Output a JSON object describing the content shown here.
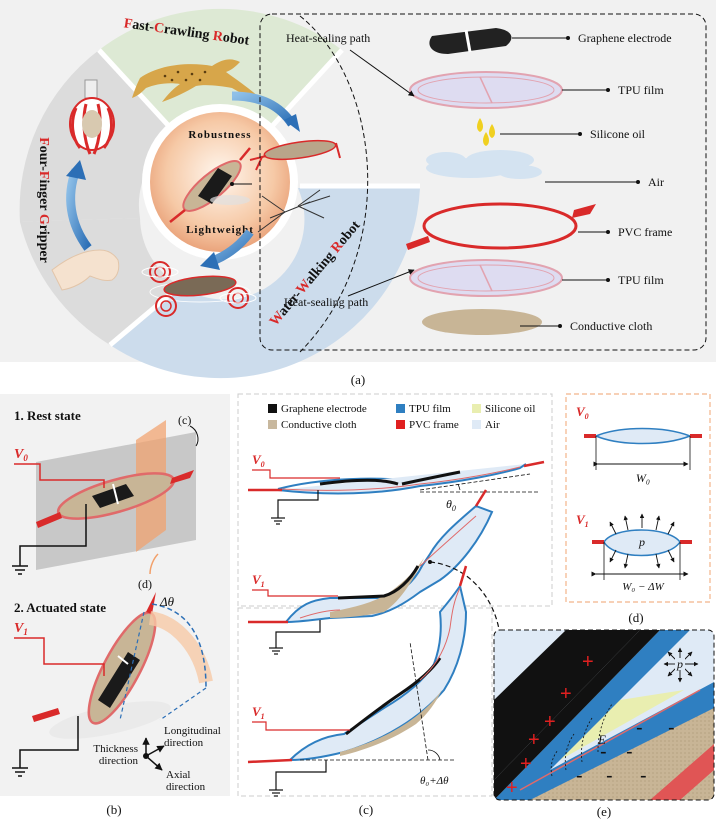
{
  "panel_a": {
    "label": "(a)",
    "ring": {
      "top_segment": {
        "prefix1": "F",
        "rest1": "ast-",
        "prefix2": "C",
        "rest2": "rawling ",
        "prefix3": "R",
        "rest3": "obot"
      },
      "left_segment": {
        "prefix1": "F",
        "rest1": "our-",
        "prefix2": "F",
        "rest2": "inger ",
        "prefix3": "G",
        "rest3": "ripper"
      },
      "bottom_segment": {
        "prefix1": "W",
        "rest1": "ater-",
        "prefix2": "W",
        "rest2": "alking ",
        "prefix3": "R",
        "rest3": "obot"
      },
      "center_top": "Robustness",
      "center_bottom": "Lightweight"
    },
    "layers": [
      {
        "label": "Graphene electrode"
      },
      {
        "label": "TPU film"
      },
      {
        "label": "Silicone oil"
      },
      {
        "label": "Air"
      },
      {
        "label": "PVC frame"
      },
      {
        "label": "TPU film"
      },
      {
        "label": "Conductive cloth"
      }
    ],
    "heat_sealing_top": "Heat-sealing path",
    "heat_sealing_bottom": "Heat-sealing path"
  },
  "panel_b": {
    "label": "(b)",
    "rest_title": "1. Rest state",
    "actuated_title": "2. Actuated state",
    "v0": "V",
    "v0_sub": "0",
    "v1": "V",
    "v1_sub": "1",
    "callout_c": "(c)",
    "callout_d": "(d)",
    "delta_theta": "Δθ",
    "axes": {
      "thickness": [
        "Thickness",
        "direction"
      ],
      "longitudinal": [
        "Longitudinal",
        "direction"
      ],
      "axial": [
        "Axial",
        "direction"
      ]
    }
  },
  "panel_c": {
    "label": "(c)",
    "legend": [
      {
        "label": "Graphene electrode",
        "color": "#111111"
      },
      {
        "label": "TPU film",
        "color": "#2f7fc1"
      },
      {
        "label": "Silicone oil",
        "color": "#e9eeb0"
      },
      {
        "label": "Conductive cloth",
        "color": "#c8b89e"
      },
      {
        "label": "PVC frame",
        "color": "#e02020"
      },
      {
        "label": "Air",
        "color": "#dfeaf6"
      }
    ],
    "theta0": "θ",
    "theta0_sub": "0",
    "theta_sum": "θ₀+Δθ"
  },
  "panel_d": {
    "label": "(d)",
    "v0": "V",
    "v0_sub": "0",
    "v1": "V",
    "v1_sub": "1",
    "w0": "W₀",
    "w_diff": "W₀ − ΔW",
    "p": "p"
  },
  "panel_e": {
    "label": "(e)",
    "p": "p",
    "e": "E"
  }
}
